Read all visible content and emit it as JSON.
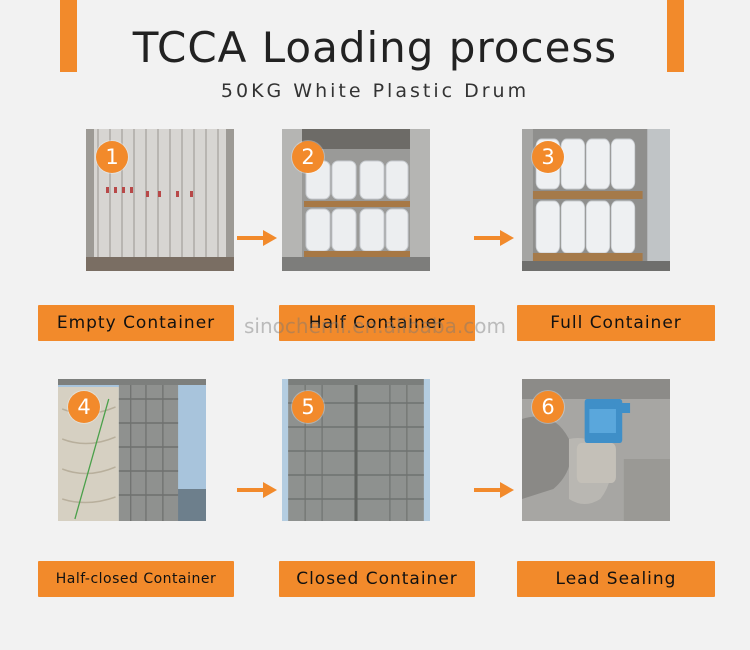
{
  "header": {
    "title": "TCCA Loading process",
    "subtitle": "50KG White Plastic Drum"
  },
  "steps": [
    {
      "number": "1",
      "label": "Empty Container"
    },
    {
      "number": "2",
      "label": "Half Container"
    },
    {
      "number": "3",
      "label": "Full Container"
    },
    {
      "number": "4",
      "label": "Half-closed Container"
    },
    {
      "number": "5",
      "label": "Closed Container"
    },
    {
      "number": "6",
      "label": "Lead Sealing"
    }
  ],
  "watermark": "sinochemi.en.alibaba.com",
  "colors": {
    "accent": "#f28a2b",
    "background": "#f2f2f2"
  },
  "icons": {
    "arrow": "arrow-right-icon"
  }
}
